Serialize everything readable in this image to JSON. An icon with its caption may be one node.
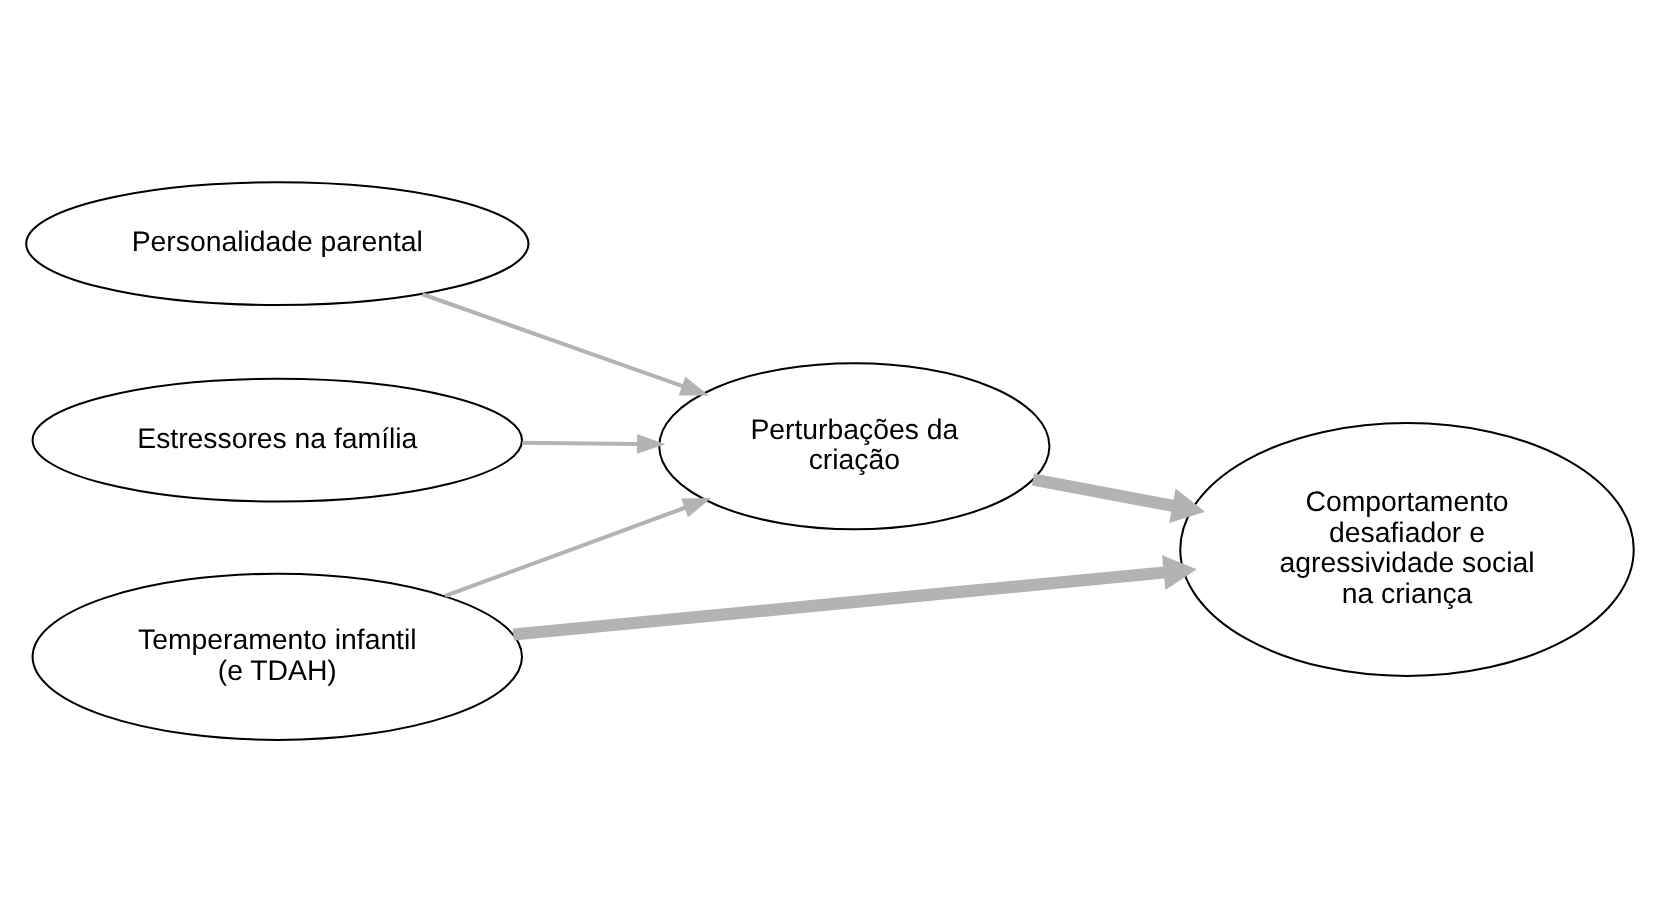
{
  "diagram": {
    "nodes": [
      {
        "text": [
          "Personalidade parental"
        ]
      },
      {
        "text": [
          "Perturbações da criação"
        ]
      },
      {
        "text": [
          "Comportamento desafiador e agressividade social na criança"
        ]
      },
      {
        "text": [
          "Estressores na família"
        ]
      },
      {
        "text": [
          "Temperamento infantil (e TDAH)"
        ]
      }
    ],
    "edges": [
      {
        "from": 0,
        "to": 1,
        "arrow": "to",
        "color": "#b3b3b3"
      },
      {
        "from": 3,
        "to": 1,
        "arrow": "to",
        "color": "#b3b3b3"
      },
      {
        "from": 1,
        "to": 2,
        "arrow": "to",
        "style": "thick",
        "color": "#b3b3b3"
      },
      {
        "from": 4,
        "to": 1,
        "arrow": "to",
        "color": "#b3b3b3"
      },
      {
        "from": 4,
        "to": 2,
        "arrow": "to",
        "style": "thick",
        "color": "#b3b3b3"
      }
    ]
  }
}
